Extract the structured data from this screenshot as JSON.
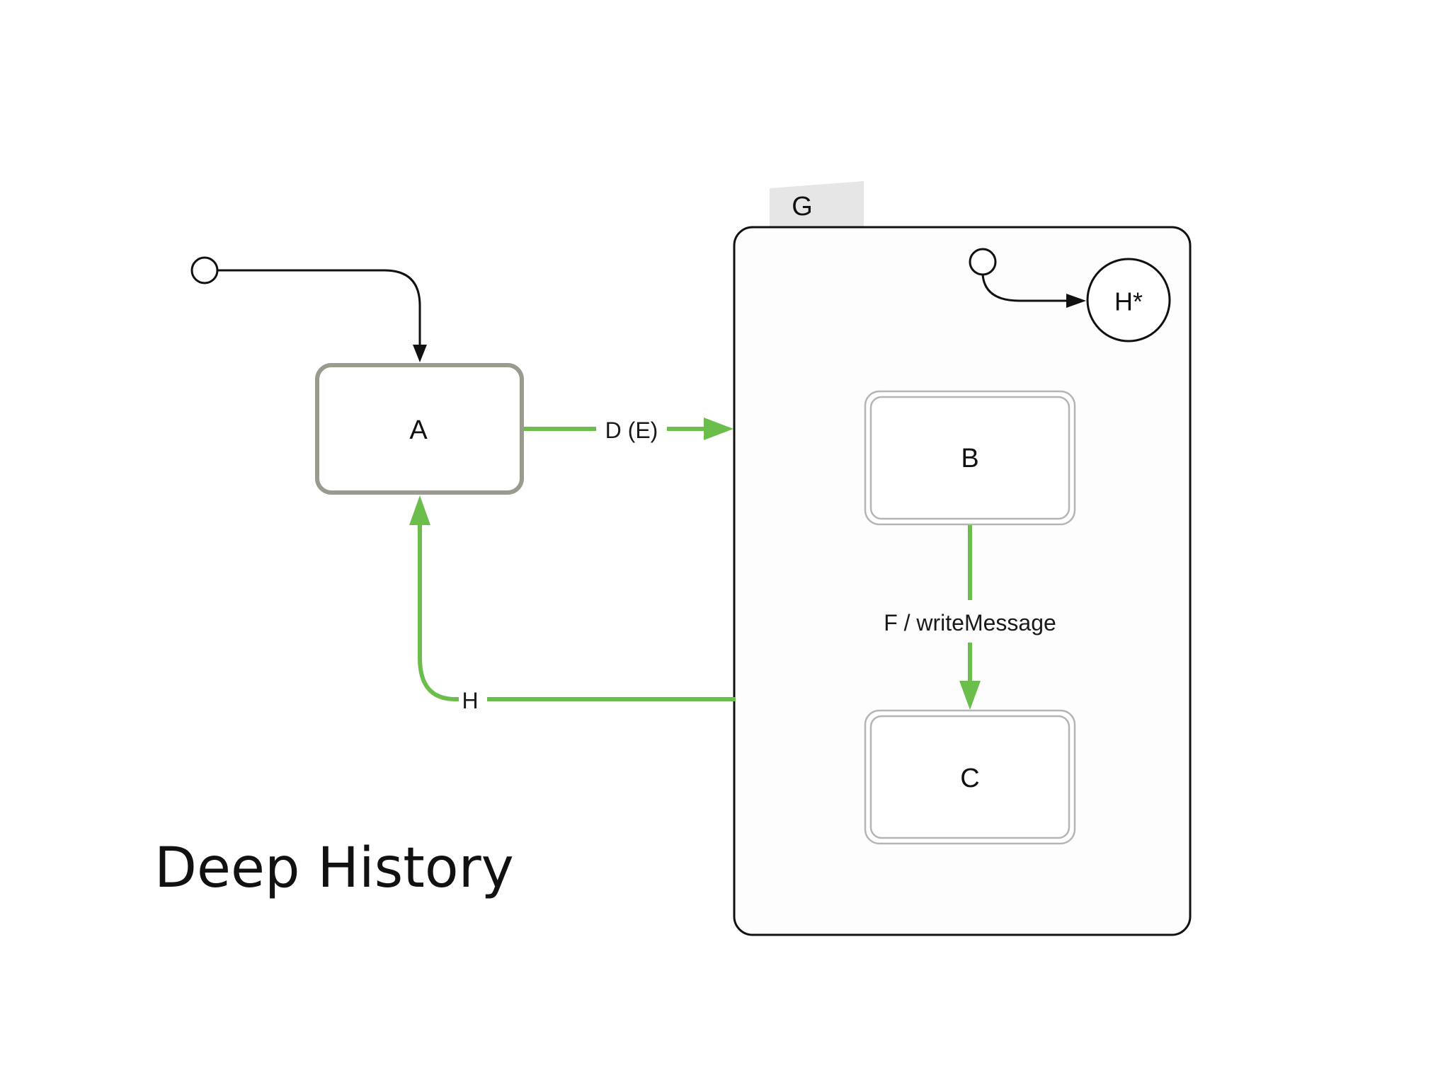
{
  "slide": {
    "title": "Deep History"
  },
  "diagram": {
    "composite_state": {
      "name": "G"
    },
    "states": {
      "a": "A",
      "b": "B",
      "c": "C"
    },
    "history_pseudostate": {
      "label": "H*",
      "kind": "deep-history"
    },
    "transitions": {
      "a_to_g": "D (E)",
      "b_to_c": "F / writeMessage",
      "g_to_a": "H"
    }
  },
  "colors": {
    "active_transition": "#6cbe4c",
    "state_a_border": "#9a9a8f",
    "inner_state_border": "#b5b5b5",
    "outline": "#111111",
    "tab_fill": "#e6e6e6"
  }
}
